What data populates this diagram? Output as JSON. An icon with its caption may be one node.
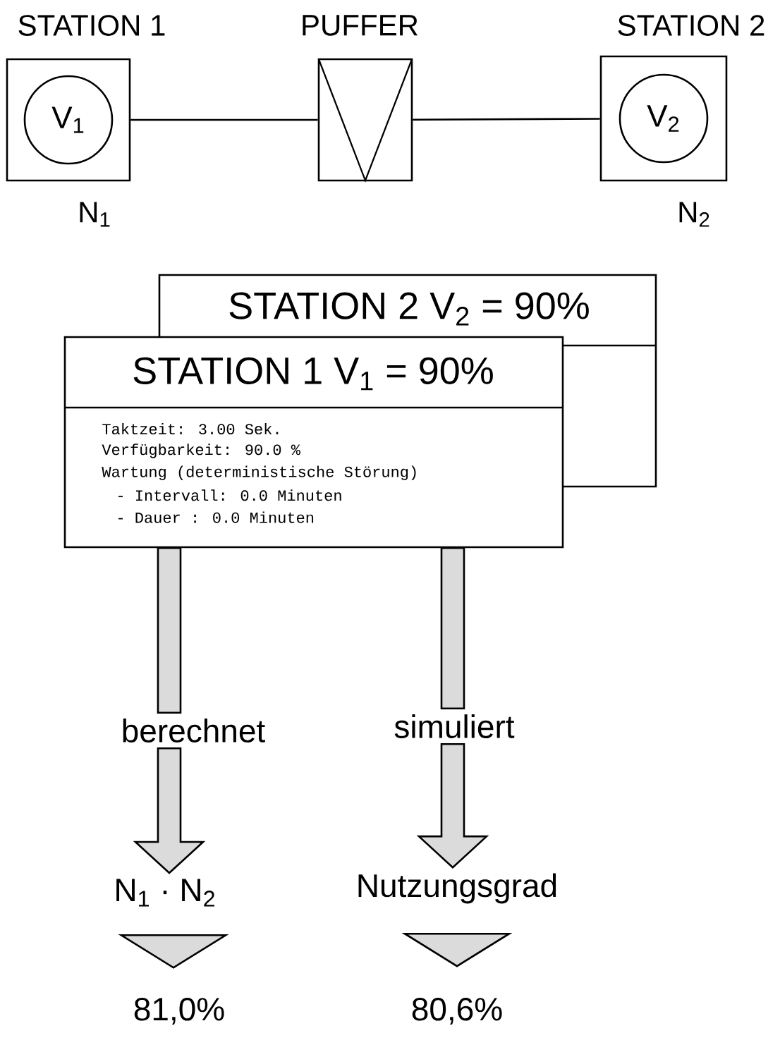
{
  "diagram": {
    "nodes": [
      {
        "text": [
          "STATION 1"
        ],
        "beside": [
          "N$_{1}$"
        ]
      },
      {
        "text": [
          "V$_{1}$"
        ],
        "in": 0
      },
      {
        "text": [
          "PUFFER"
        ]
      },
      {
        "text": [
          "STATION 2"
        ],
        "beside": [
          "N$_{2}$"
        ]
      },
      {
        "text": [
          "V$_{2}$"
        ],
        "in": 3
      },
      {
        "text": [
          "STATION 2 V$_{2}$ = 90%"
        ]
      },
      {
        "text": [
          "STATION 1 V$_{1}$ = 90%",
          "Taktzeit: 3.00 Sek.",
          "Verfügbarkeit: 90.0 %",
          "Wartung (deterministische Störung)",
          "- Intervall: 0.0 Minuten",
          "- Dauer : 0.0 Minuten"
        ]
      },
      {
        "text": [
          "berechnet"
        ]
      },
      {
        "text": [
          "simuliert"
        ]
      },
      {
        "text": [
          "N$_{1}$ · N$_{2}$"
        ]
      },
      {
        "text": [
          "Nutzungsgrad"
        ]
      },
      {
        "text": [
          "81,0%"
        ]
      },
      {
        "text": [
          "80,6%"
        ]
      }
    ],
    "edges": [
      {
        "from": 0,
        "to": 2,
        "arrow": "none"
      },
      {
        "from": 2,
        "to": 3,
        "arrow": "none"
      },
      {
        "from": 6,
        "to": 7,
        "arrow": "none",
        "style": "thick"
      },
      {
        "from": 7,
        "to": 9,
        "arrow": "to",
        "style": "thick"
      },
      {
        "from": 9,
        "to": 11,
        "arrow": "to",
        "style": "thick"
      },
      {
        "from": 6,
        "to": 8,
        "arrow": "none",
        "style": "thick"
      },
      {
        "from": 8,
        "to": 10,
        "arrow": "to",
        "style": "thick"
      },
      {
        "from": 10,
        "to": 12,
        "arrow": "to",
        "style": "thick"
      }
    ]
  }
}
